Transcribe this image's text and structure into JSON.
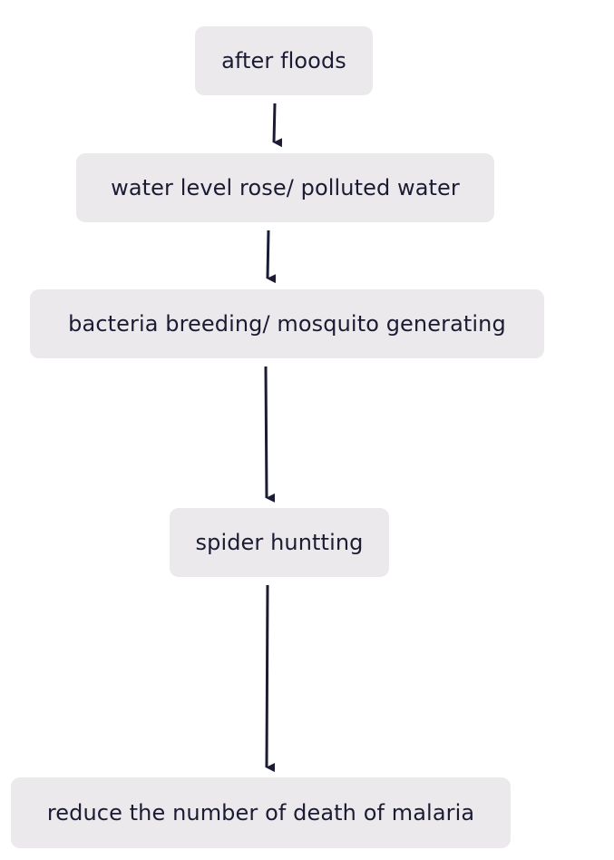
{
  "flowchart": {
    "nodes": [
      {
        "id": "n1",
        "label": "after floods"
      },
      {
        "id": "n2",
        "label": "water level rose/ polluted water"
      },
      {
        "id": "n3",
        "label": "bacteria breeding/ mosquito generating"
      },
      {
        "id": "n4",
        "label": "spider huntting"
      },
      {
        "id": "n5",
        "label": "reduce the number of death of malaria"
      }
    ],
    "edges": [
      {
        "from": "after floods",
        "to": "water level rose/ polluted water"
      },
      {
        "from": "water level rose/ polluted water",
        "to": "bacteria breeding/ mosquito generating"
      },
      {
        "from": "bacteria breeding/ mosquito generating",
        "to": "spider huntting"
      },
      {
        "from": "spider huntting",
        "to": "reduce the number of death of malaria"
      }
    ]
  },
  "colors": {
    "node_fill": "#ebe9ec",
    "text": "#1b1c33",
    "arrow": "#1b1c33"
  }
}
